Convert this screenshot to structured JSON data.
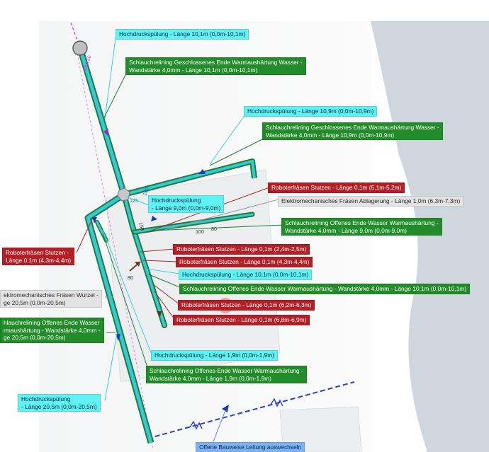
{
  "labels": {
    "hd_main": "Hochdruckspülung - Länge 10,1m (0,0m-10,1m)",
    "sr_main_1": "Schlauchrelining Geschlossenes Ende Warmaushärtung Wasser -",
    "sr_main_2": "Wandstärke 4,0mm - Länge 10,1m (0,0m-10,1m)",
    "hd_right": "Hochdruckspülung - Länge 10,9m (0,0m-10,9m)",
    "sr_right_1": "Schlauchrelining Geschlossenes Ende Warmaushärtung Wasser -",
    "sr_right_2": "Wandstärke 4,0mm - Länge 10,9m (0,0m-10,9m)",
    "rf_top": "Roboterfräsen Stutzen - Länge 0,1m (5,1m-5,2m)",
    "ef_top": "Elektromechanisches Fräsen Ablagerung - Länge 1,0m (6,3m-7,3m)",
    "hd_mid_1": "Hochdruckspülung",
    "hd_mid_2": "- Länge 9,0m (0,0m-9,0m)",
    "sr_mid_1": "Schlauchrelining Offenes Ende Wasser Warmaushärtung -",
    "sr_mid_2": "Wandstärke 4,0mm - Länge 9,0m (0,0m-9,0m)",
    "rf_left_1": "Roboterfräsen Stutzen -",
    "rf_left_2": "Länge 0,1m (4,3m-4,4m)",
    "rf_a": "Roboterfräsen Stutzen - Länge 0,1m (2,4m-2,5m)",
    "rf_b": "Roboterfräsen Stutzen - Länge 0,1m (4,3m-4,4m)",
    "hd_center": "Hochdruckspülung - Länge 10,1m (0,0m-10,1m)",
    "sr_long": "Schlauchrelining Offenes Ende Wasser Warmaushärtung - Wandstärke 4,0mm - Länge 10,1m (0,0m-10,1m)",
    "rf_c": "Roboterfräsen Stutzen - Länge 0,1m (6,2m-6,3m)",
    "rf_d": "Roboterfräsen Stutzen - Länge 0,1m (6,8m-6,9m)",
    "ef_left_1": "ektromechanisches Fräsen Wurzel -",
    "ef_left_2": "ge 20,5m (0,0m-20,5m)",
    "sr_left_1": "hlauchrelining Offenes Ende Wasser",
    "sr_left_2": "rmaushärtung - Wandstärke 4,0mm -",
    "sr_left_3": "ge 20,5m (0,0m-20,5m)",
    "hd_small": "Hochdruckspülung - Länge 1,9m (0,0m-1,9m)",
    "sr_small_1": "Schlauchrelining Offenes Ende Wasser Warmaushärtung -",
    "sr_small_2": "Wandstärke 4,0mm - Länge 1,9m (0,0m-1,9m)",
    "hd_long_1": "Hochdruckspülung",
    "hd_long_2": "- Länge 20,5m (0,0m-20,5m)",
    "open_line": "Offene Bauweise Leitung auswechseln"
  },
  "pipe_marks": {
    "m125": "125",
    "m100a": "100",
    "m100b": "100",
    "m80a": "80",
    "m80b": "80",
    "m150": "150",
    "m_vert": "DN150"
  },
  "colors": {
    "pipe": "#35c9d8",
    "pipe_border": "#1f7d3a",
    "direction_arrow": "#1e39b5",
    "label_cyan": "#5ef2f4",
    "label_green": "#238c2a",
    "label_red": "#b21f26",
    "label_gray": "#e3e3e3",
    "label_blue": "#7db2f2",
    "open_line": "#2a3fc6",
    "water": "#cfd6de"
  }
}
